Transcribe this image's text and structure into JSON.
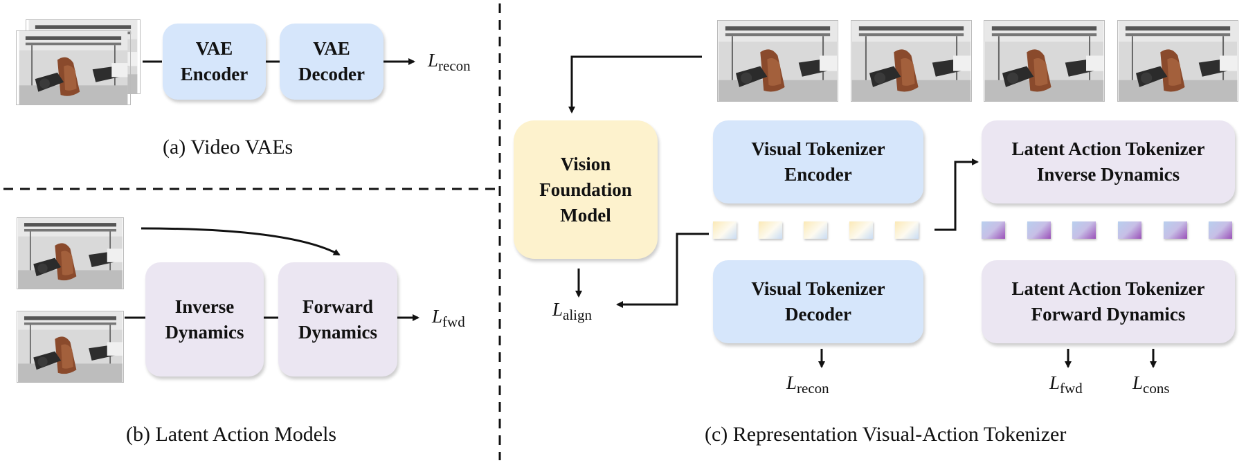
{
  "panel_a": {
    "vae_encoder": "VAE\nEncoder",
    "vae_decoder": "VAE\nDecoder",
    "loss_main": "L",
    "loss_sub": "recon",
    "caption": "(a) Video VAEs"
  },
  "panel_b": {
    "inverse_dynamics": "Inverse\nDynamics",
    "forward_dynamics": "Forward\nDynamics",
    "loss_main": "L",
    "loss_sub": "fwd",
    "caption": "(b) Latent Action Models"
  },
  "panel_c": {
    "vision_foundation_model": "Vision\nFoundation\nModel",
    "visual_tokenizer_encoder": "Visual Tokenizer\nEncoder",
    "visual_tokenizer_decoder": "Visual Tokenizer\nDecoder",
    "latent_action_inverse": "Latent Action Tokenizer\nInverse Dynamics",
    "latent_action_forward": "Latent Action Tokenizer\nForward Dynamics",
    "loss_align_main": "L",
    "loss_align_sub": "align",
    "loss_recon_main": "L",
    "loss_recon_sub": "recon",
    "loss_fwd_main": "L",
    "loss_fwd_sub": "fwd",
    "loss_cons_main": "L",
    "loss_cons_sub": "cons",
    "caption": "(c) Representation Visual-Action Tokenizer"
  },
  "colors": {
    "blue_box": "#d6e6fb",
    "purple_box": "#ebe6f2",
    "yellow_box": "#fdf2cd"
  },
  "icons": {
    "frame": "robot-gripper-cloth-frame"
  }
}
